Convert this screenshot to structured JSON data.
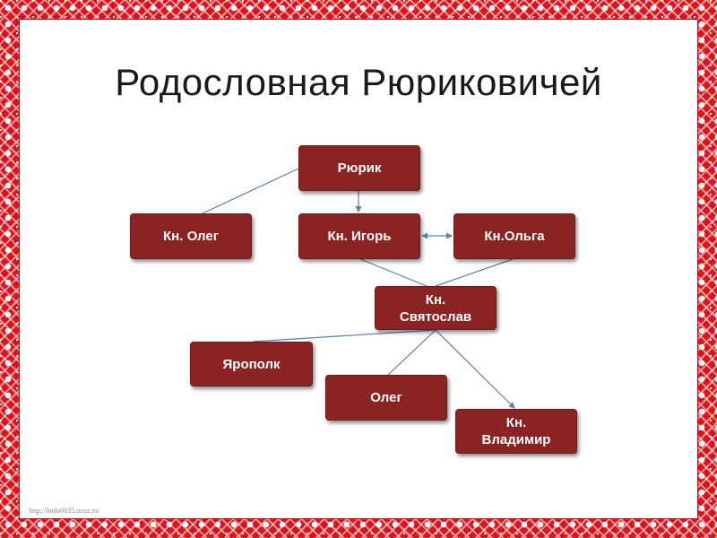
{
  "title": "Родословная Рюриковичей",
  "colors": {
    "node_fill": "#8b2323",
    "border_red": "#d8141c",
    "connector": "#5a7fb5"
  },
  "nodes": {
    "rurik": "Рюрик",
    "oleg_prince": "Кн. Олег",
    "igor": "Кн. Игорь",
    "olga": "Кн.Ольга",
    "svyatoslav": "Кн.\nСвятослав",
    "yaropolk": "Ярополк",
    "oleg": "Олег",
    "vladimir": "Кн.\nВладимир"
  },
  "footer_url": "http://linda6035.ucoz.ru/"
}
